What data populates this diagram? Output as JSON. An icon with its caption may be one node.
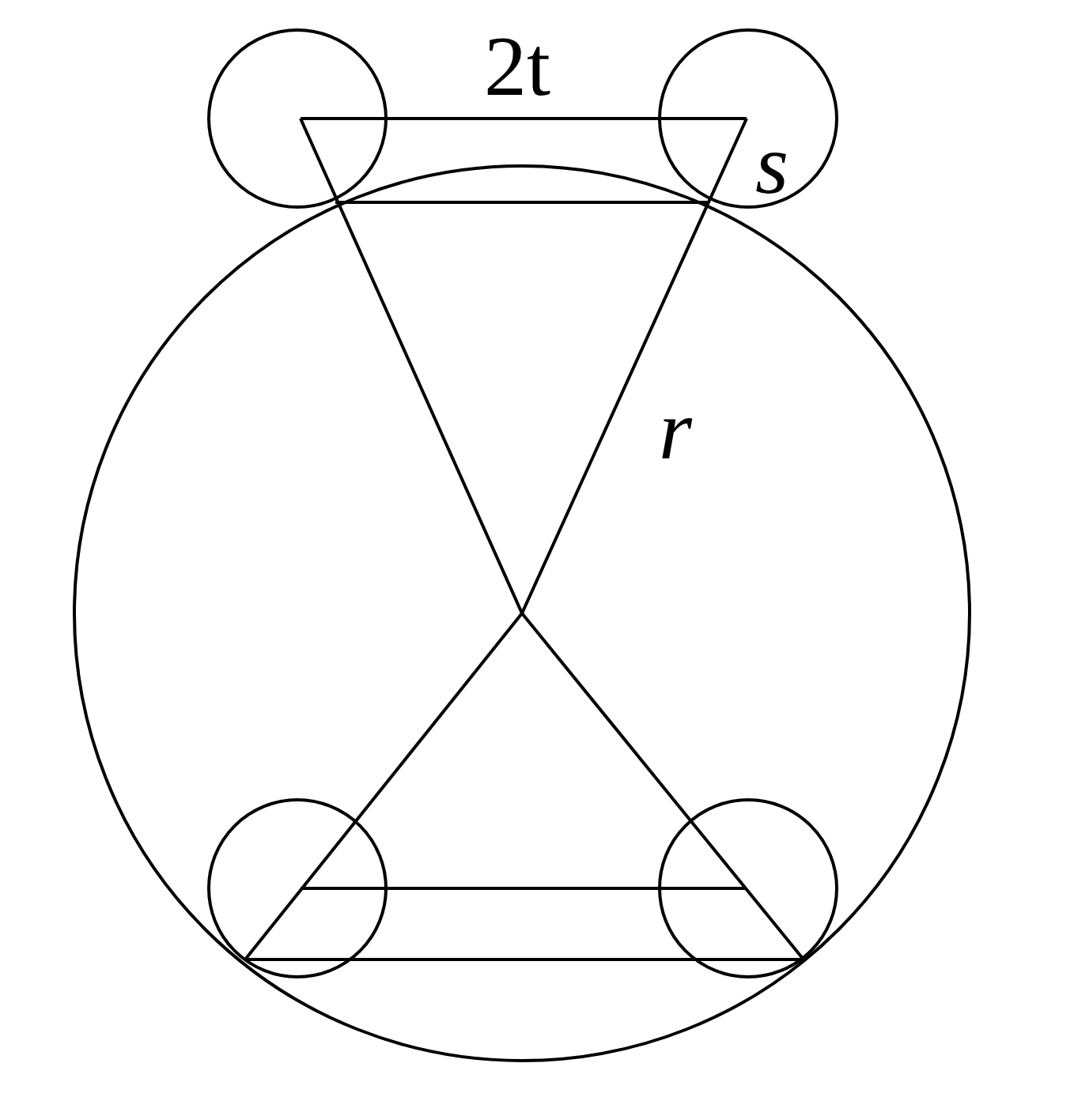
{
  "diagram": {
    "labels": [
      "2t",
      "s",
      "r"
    ]
  }
}
